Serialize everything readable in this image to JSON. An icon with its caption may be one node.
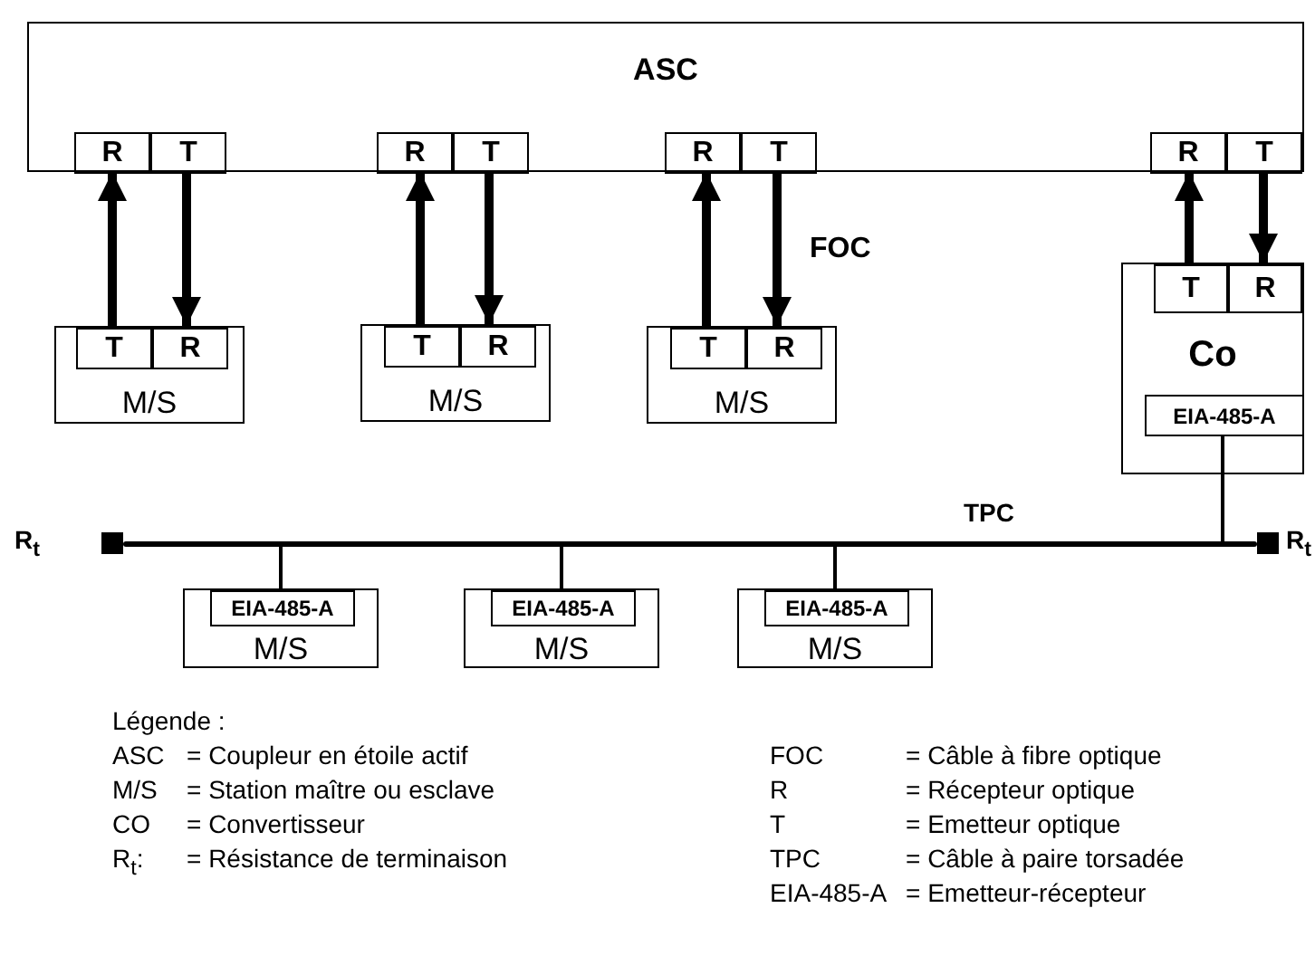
{
  "diagram": {
    "nodes": [
      {
        "text": [
          "ASC"
        ]
      },
      {
        "text": [
          "R"
        ],
        "in": 0
      },
      {
        "text": [
          "T"
        ],
        "in": 0
      },
      {
        "text": [
          "R"
        ],
        "in": 0
      },
      {
        "text": [
          "T"
        ],
        "in": 0
      },
      {
        "text": [
          "R"
        ],
        "in": 0
      },
      {
        "text": [
          "T"
        ],
        "in": 0
      },
      {
        "text": [
          "R"
        ],
        "in": 0
      },
      {
        "text": [
          "T"
        ],
        "in": 0
      },
      {
        "text": [
          "M/S"
        ]
      },
      {
        "text": [
          "T"
        ],
        "in": 9
      },
      {
        "text": [
          "R"
        ],
        "in": 9
      },
      {
        "text": [
          "M/S"
        ]
      },
      {
        "text": [
          "T"
        ],
        "in": 12
      },
      {
        "text": [
          "R"
        ],
        "in": 12
      },
      {
        "text": [
          "M/S"
        ]
      },
      {
        "text": [
          "T"
        ],
        "in": 15
      },
      {
        "text": [
          "R"
        ],
        "in": 15
      },
      {
        "text": [
          "Co"
        ]
      },
      {
        "text": [
          "T"
        ],
        "in": 18
      },
      {
        "text": [
          "R"
        ],
        "in": 18
      },
      {
        "text": [
          "EIA-485-A"
        ],
        "in": 18
      },
      {
        "text": [],
        "shape": "box",
        "beside": [
          "R$_{t}$"
        ]
      },
      {
        "text": [],
        "shape": "bar",
        "beside": [
          "TPC"
        ]
      },
      {
        "text": [],
        "shape": "box",
        "beside": [
          "R$_{t}$"
        ]
      },
      {
        "text": [
          "M/S"
        ]
      },
      {
        "text": [
          "EIA-485-A"
        ],
        "in": 25
      },
      {
        "text": [
          "M/S"
        ]
      },
      {
        "text": [
          "EIA-485-A"
        ],
        "in": 27
      },
      {
        "text": [
          "M/S"
        ]
      },
      {
        "text": [
          "EIA-485-A"
        ],
        "in": 29
      }
    ],
    "edges": [
      {
        "from": 10,
        "to": 1,
        "arrow": "to"
      },
      {
        "from": 2,
        "to": 11,
        "arrow": "to"
      },
      {
        "from": 13,
        "to": 3,
        "arrow": "to"
      },
      {
        "from": 4,
        "to": 14,
        "arrow": "to"
      },
      {
        "from": 16,
        "to": 5,
        "arrow": "to"
      },
      {
        "from": 6,
        "to": 17,
        "arrow": "to"
      },
      {
        "from": 19,
        "to": 7,
        "arrow": "to"
      },
      {
        "from": 8,
        "to": 20,
        "arrow": "to"
      },
      {
        "from": 21,
        "to": 23,
        "arrow": "none"
      },
      {
        "from": 23,
        "to": 25,
        "arrow": "none"
      },
      {
        "from": 23,
        "to": 27,
        "arrow": "none"
      },
      {
        "from": 23,
        "to": 29,
        "arrow": "none"
      }
    ],
    "labels": [
      "FOC",
      "Légende :",
      "ASC",
      "= Coupleur en étoile actif",
      "FOC",
      "= Câble à fibre optique",
      "M/S",
      "= Station maître ou esclave",
      "R",
      "= Récepteur optique",
      "CO",
      "= Convertisseur",
      "T",
      "= Emetteur optique",
      "R$_{t}$:",
      "= Résistance de terminaison",
      "TPC",
      "= Câble à paire torsadée",
      "EIA-485-A",
      "= Emetteur-récepteur"
    ]
  }
}
